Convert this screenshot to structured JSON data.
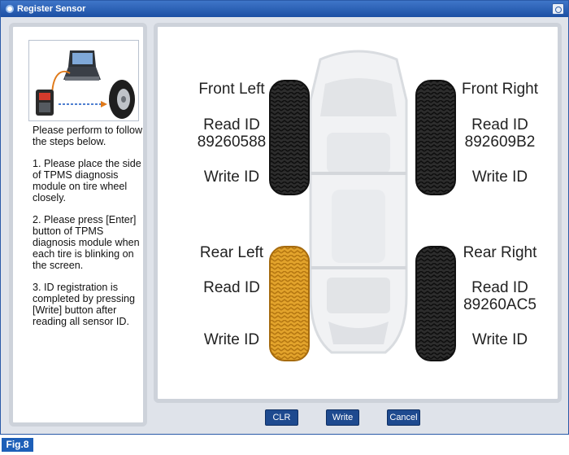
{
  "window": {
    "title": "Register Sensor"
  },
  "instructions": {
    "intro": "Please perform to follow the steps below.",
    "step1": "1. Please place the side of TPMS diagnosis module on tire wheel closely.",
    "step2": "2. Please press [Enter] button of TPMS diagnosis module when each tire is blinking on the screen.",
    "step3": "3. ID registration is completed by pressing [Write] button after reading all sensor ID."
  },
  "tires": {
    "front_left": {
      "name": "Front Left",
      "read_label": "Read ID",
      "read_value": "89260588",
      "write_label": "Write ID"
    },
    "front_right": {
      "name": "Front Right",
      "read_label": "Read ID",
      "read_value": "892609B2",
      "write_label": "Write ID"
    },
    "rear_left": {
      "name": "Rear Left",
      "read_label": "Read ID",
      "read_value": "",
      "write_label": "Write ID"
    },
    "rear_right": {
      "name": "Rear Right",
      "read_label": "Read ID",
      "read_value": "89260AC5",
      "write_label": "Write ID"
    }
  },
  "buttons": {
    "clr": "CLR",
    "write": "Write",
    "cancel": "Cancel"
  },
  "figure": {
    "label": "Fig.8"
  },
  "colors": {
    "active_tire": "#e0a02a",
    "tire": "#2b2b2b",
    "titlebar": "#1c4fa3",
    "button": "#1e4a8f"
  },
  "icons": {
    "laptop": "laptop-icon",
    "module": "tpms-module-icon",
    "wheel": "wheel-icon"
  }
}
